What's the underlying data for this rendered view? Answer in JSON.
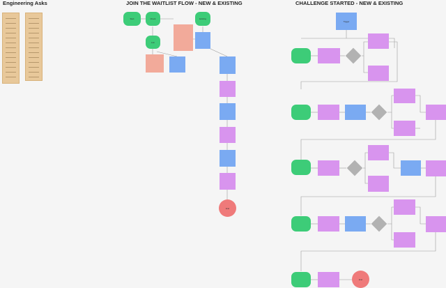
{
  "sections": {
    "engineering": "Engineering Asks",
    "waitlist": "JOIN THE WAITLIST FLOW - NEW & EXISTING",
    "challenge": "CHALLENGE STARTED - NEW & EXISTING"
  },
  "nodes": {
    "waitlist_start": "Start",
    "waitlist_check": "Check",
    "waitlist_join": "Join",
    "waitlist_existing": "Existing",
    "waitlist_end": "End",
    "challenge_trigger": "Trigger",
    "challenge_end": "End"
  },
  "colors": {
    "green": "#3dcc78",
    "purple": "#d894ee",
    "blue": "#7aaaf2",
    "salmon": "#f2aa9a",
    "red": "#ef7a7a",
    "gray": "#b2b2b2",
    "sticky": "#e8c89a"
  }
}
